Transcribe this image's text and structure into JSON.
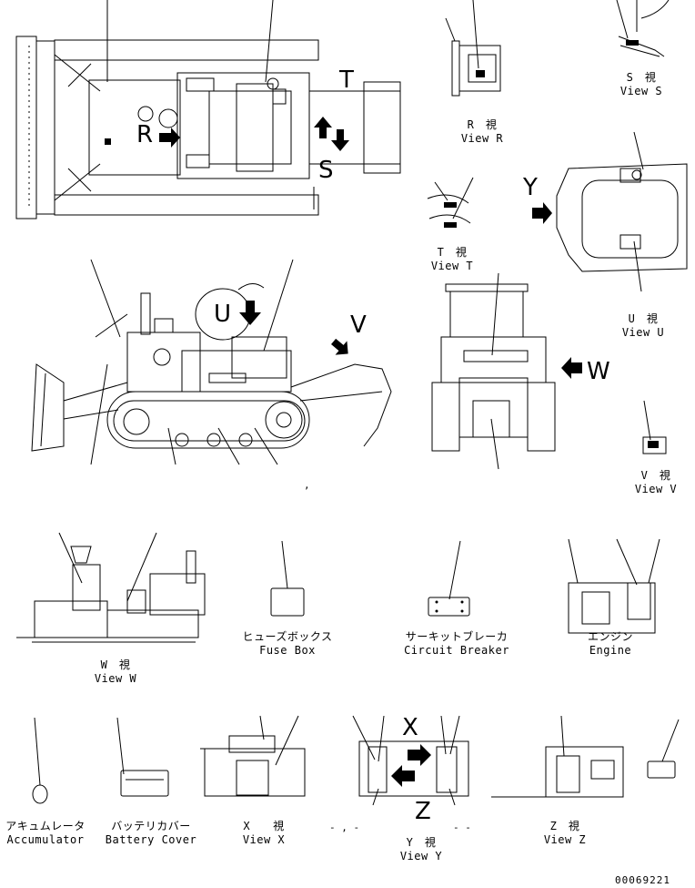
{
  "views": {
    "R": {
      "jp": "R　視",
      "en": "View R"
    },
    "S": {
      "jp": "S　視",
      "en": "View S"
    },
    "T": {
      "jp": "T　視",
      "en": "View T"
    },
    "U": {
      "jp": "U　視",
      "en": "View U"
    },
    "V": {
      "jp": "V　視",
      "en": "View V"
    },
    "W": {
      "jp": "W　視",
      "en": "View W"
    },
    "X": {
      "jp": "X　　視",
      "en": "View X"
    },
    "Y": {
      "jp": "Y　視",
      "en": "View Y"
    },
    "Z": {
      "jp": "Z　視",
      "en": "View Z"
    }
  },
  "parts": {
    "fuse_box": {
      "jp": "ヒューズボックス",
      "en": "Fuse Box"
    },
    "circuit_breaker": {
      "jp": "サーキットブレーカ",
      "en": "Circuit Breaker"
    },
    "engine": {
      "jp": "エンジン",
      "en": "Engine"
    },
    "accumulator": {
      "jp": "アキュムレータ",
      "en": "Accumulator"
    },
    "battery_cover": {
      "jp": "バッテリカバー",
      "en": "Battery Cover"
    }
  },
  "callouts": {
    "R": "R",
    "S": "S",
    "T": "T",
    "U": "U",
    "V": "V",
    "W": "W",
    "X": "X",
    "Y": "Y",
    "Z": "Z"
  },
  "marks": {
    "comma": ",",
    "dash_x": "- , -",
    "dash_z": "- -"
  },
  "drawing_number": "00069221"
}
